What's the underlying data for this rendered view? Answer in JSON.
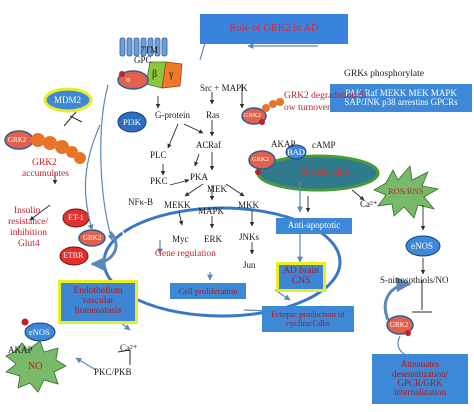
{
  "title": "Role of GRK2 in AD",
  "grks_phosphorylate": {
    "heading": "GRKs phosphorylate",
    "line1": "PAK Raf MEKK MEK MAPK",
    "line2": "SAP/JNK p38 arrestins GPCRs"
  },
  "receptor": {
    "tm": "7TM",
    "gpc": "GPC",
    "beta": "β",
    "gamma": "γ",
    "alpha": "α"
  },
  "nodes": {
    "mdm2": "MDM2",
    "pi3k": "PI3K",
    "grk2": "GRK2",
    "gprotein": "G-protein",
    "src_mapk": "Src + MAPK",
    "ras": "Ras",
    "ac": "AC",
    "raf": "Raf",
    "plc": "PLC",
    "pkc": "PKC",
    "pka": "PKA",
    "nfkb": "NFκ-B",
    "mek": "MEK",
    "mekk": "MEKK",
    "mapk": "MAPK",
    "mkk": "MKK",
    "myc": "Myc",
    "erk": "ERK",
    "jnks": "JNKs",
    "jun": "Jun",
    "akap_top": "AKAP",
    "camp": "cAMP",
    "bad": "BAD",
    "mitochondria": "Mitochondria",
    "ros_rns": "ROS/RNS",
    "ca2_right": "Ca²⁺",
    "enos_right": "eNOS",
    "s_nitroso": "S-nitrosothiols/NO",
    "et1": "ET-1",
    "etbr": "ETBR",
    "enos_left": "eNOS",
    "akap_left": "AKAP",
    "no": "NO",
    "ca2_left": "Ca²⁺",
    "pkc_pkb": "PKC/PKB"
  },
  "red_texts": {
    "grk2_degradation_l1": "GRK2 degradation/Sl",
    "grk2_degradation_l2": "ow turnover",
    "grk2_accumulates_l1": "GRK2",
    "grk2_accumulates_l2": "accumulates",
    "insulin_l1": "Insulin",
    "insulin_l2": "resistance/",
    "insulin_l3": "inhibition",
    "insulin_l4": "Glut4",
    "gene_regulation": "Gene regulation"
  },
  "boxes": {
    "anti_apoptotic": "Anti-apoptotic",
    "ad_brain_l1": "AD brain",
    "ad_brain_l2": "CNS",
    "cell_proliferation": "Cell proliferation",
    "endo_l1": "Endothelium",
    "endo_l2": "vascular",
    "endo_l3": "homeostasis",
    "ectopic_l1": "Ectopic production of",
    "ectopic_l2": "cyclins/Cdks",
    "attenuates_l1": "Attenuates",
    "attenuates_l2": "desensitization/",
    "attenuates_l3": "GPCR/GRK",
    "attenuates_l4": "internalization"
  },
  "colors": {
    "grk_orange": "#e8742a",
    "blue_box": "#3e88d8",
    "yellow_outline": "#e8ee22",
    "green_membrane": "#4a9a3c",
    "receptor_blue": "#6c9fd8",
    "red_text": "#c0202a"
  }
}
